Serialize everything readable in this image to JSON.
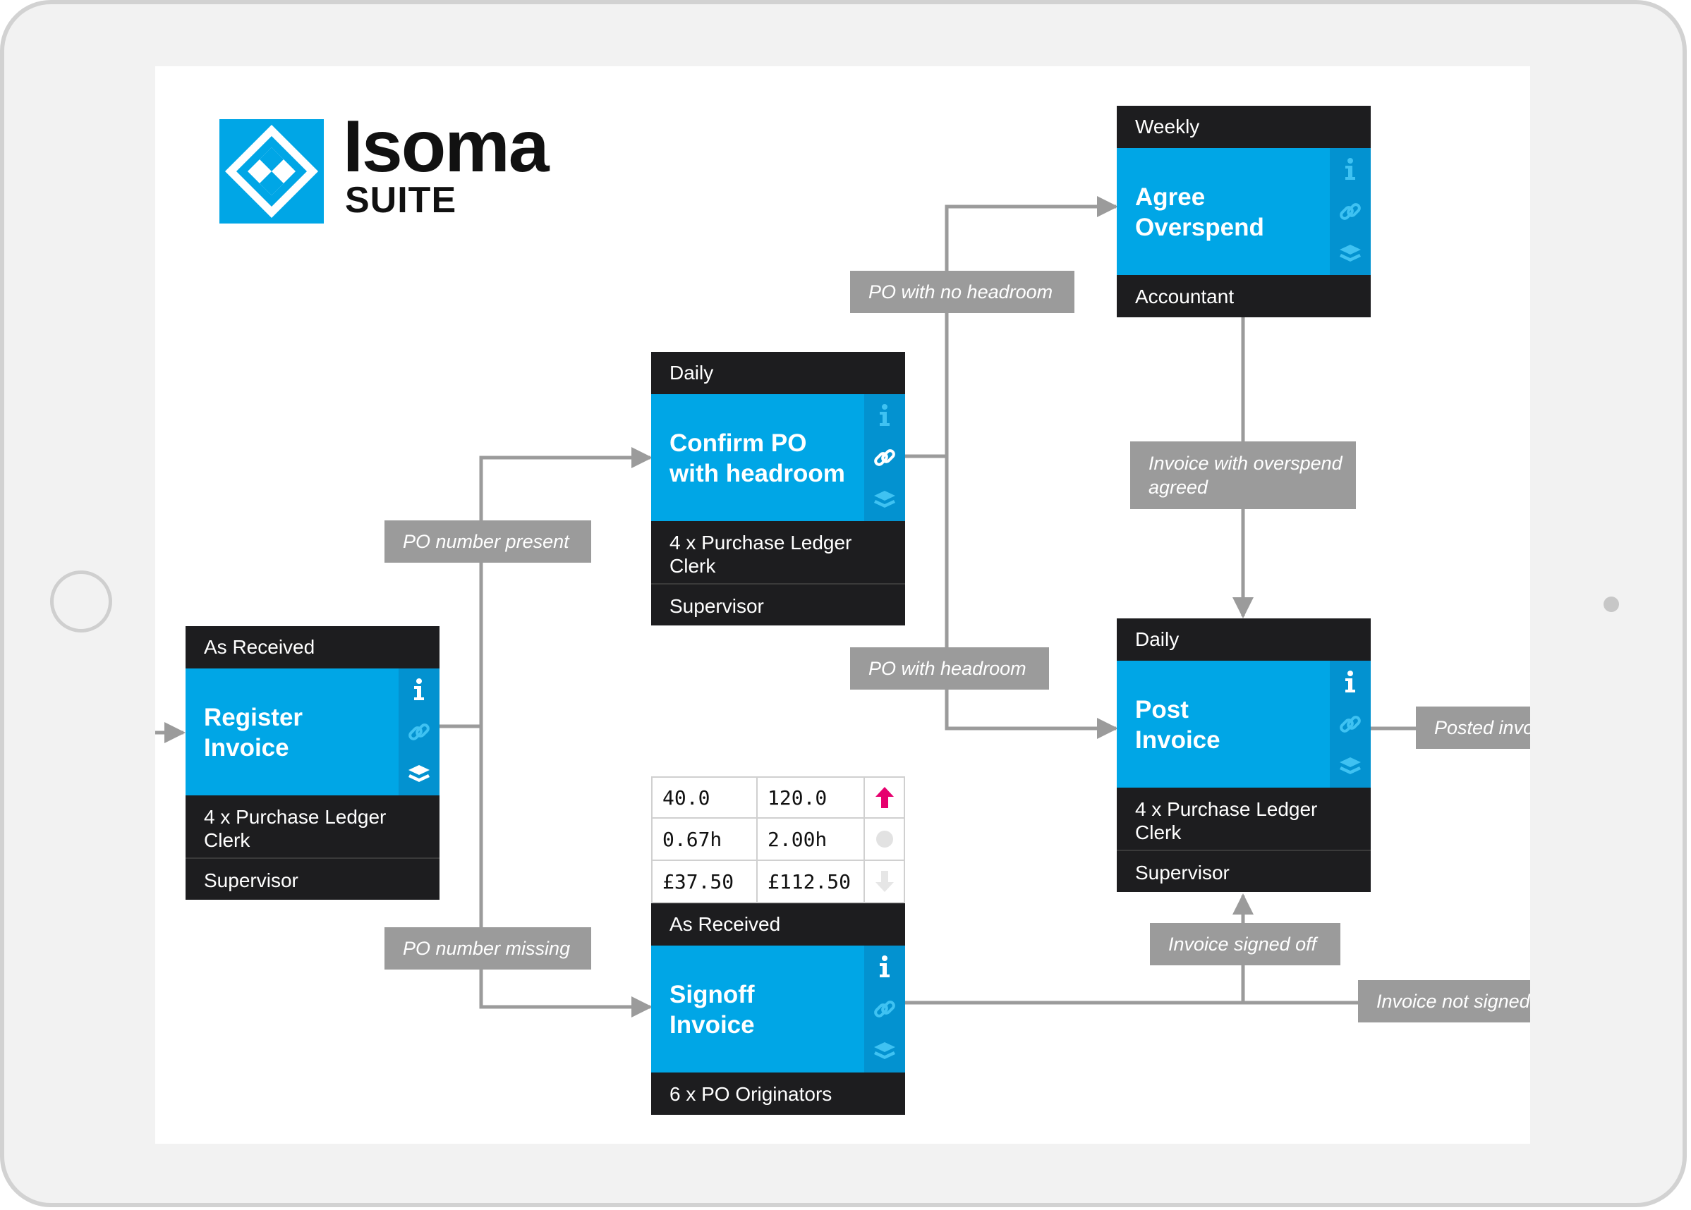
{
  "brand": {
    "name": "Isoma",
    "sub": "SUITE"
  },
  "colors": {
    "task_blue": "#00a6e6",
    "tool_strip": "#0392d0",
    "card_dark": "#1d1d1f",
    "tag_grey": "#9b9b9b",
    "wire": "#9b9b9b",
    "trend_up": "#e6006e"
  },
  "cards": {
    "register": {
      "freq": "As Received",
      "title": "Register\nInvoice",
      "rows": [
        "4 x Purchase Ledger\nClerk",
        "Supervisor"
      ]
    },
    "confirm": {
      "freq": "Daily",
      "title": "Confirm PO\nwith headroom",
      "rows": [
        "4 x Purchase Ledger\nClerk",
        "Supervisor"
      ]
    },
    "agree": {
      "freq": "Weekly",
      "title": "Agree\nOverspend",
      "rows": [
        "Accountant"
      ]
    },
    "post": {
      "freq": "Daily",
      "title": "Post\nInvoice",
      "rows": [
        "4 x Purchase Ledger\nClerk",
        "Supervisor"
      ]
    },
    "signoff": {
      "freq": "As Received",
      "title": "Signoff\nInvoice",
      "rows": [
        "6 x PO Originators"
      ]
    }
  },
  "tool_icons": [
    "info-icon",
    "link-icon",
    "layers-icon"
  ],
  "tags": {
    "po_present": "PO number present",
    "po_missing": "PO number missing",
    "no_headroom": "PO with no headroom",
    "with_headroom": "PO with headroom",
    "overspend_agreed": "Invoice with overspend agreed",
    "signed_off": "Invoice signed off",
    "not_signed": "Invoice not signed",
    "posted": "Posted invoice"
  },
  "metrics": {
    "rows": [
      [
        "40.0",
        "120.0"
      ],
      [
        "0.67h",
        "2.00h"
      ],
      [
        "£37.50",
        "£112.50"
      ]
    ],
    "trend_icons": [
      "arrow-up-icon",
      "dot-icon",
      "arrow-down-icon"
    ]
  }
}
